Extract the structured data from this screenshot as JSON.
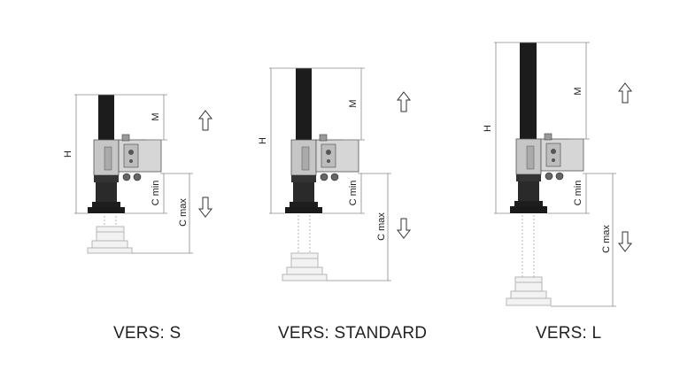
{
  "dimensions": {
    "height_label": "H",
    "stroke_label": "M",
    "c_min_label": "C min",
    "c_max_label": "C max"
  },
  "versions": [
    {
      "label": "VERS: S"
    },
    {
      "label": "VERS: STANDARD"
    },
    {
      "label": "VERS: L"
    }
  ],
  "colors": {
    "column": "#1c1c1c",
    "body": "#c9c9c9",
    "lines": "#8a8a8a",
    "ghost": "#b5b5b5"
  },
  "icons": [
    "arrow-up-icon",
    "arrow-down-icon"
  ]
}
